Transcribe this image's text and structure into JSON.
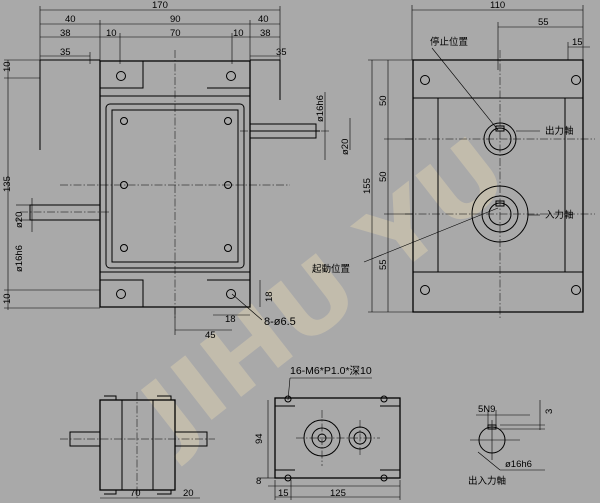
{
  "watermark": "JIHU YU",
  "front": {
    "top": {
      "overall": "170",
      "left_ext": "40",
      "mid": "90",
      "right_ext": "40",
      "left_38": "38",
      "bolt_a": "10",
      "center": "70",
      "bolt_b": "10",
      "right_38": "38",
      "left_35": "35",
      "right_35": "35"
    },
    "left": {
      "top_margin": "10",
      "height": "135",
      "bottom_margin": "10",
      "shaft_dia": "ø20",
      "fit": "ø16h6"
    },
    "right": {
      "fit": "ø16h6",
      "shaft_dia": "ø20"
    },
    "bottom": {
      "d18a": "18",
      "d18b": "18",
      "d45": "45",
      "holes": "8-ø6.5"
    }
  },
  "side": {
    "top": {
      "overall": "110",
      "d55": "55",
      "d15": "15"
    },
    "left": {
      "total": "155",
      "d50a": "50",
      "d50b": "50",
      "d55": "55"
    },
    "labels": {
      "stop_position": "停止位置",
      "output_shaft": "出力軸",
      "input_shaft": "入力軸",
      "start_position": "起動位置"
    }
  },
  "bottom_left": {
    "d70": "70",
    "d20": "20"
  },
  "bottom_mid": {
    "tap_note": "16-M6*P1.0*深10",
    "height": "94",
    "d8": "8",
    "d15": "15",
    "d125": "125"
  },
  "shaft_detail": {
    "key": "5N9",
    "depth": "3",
    "fit": "ø16h6",
    "label": "出入力軸"
  }
}
